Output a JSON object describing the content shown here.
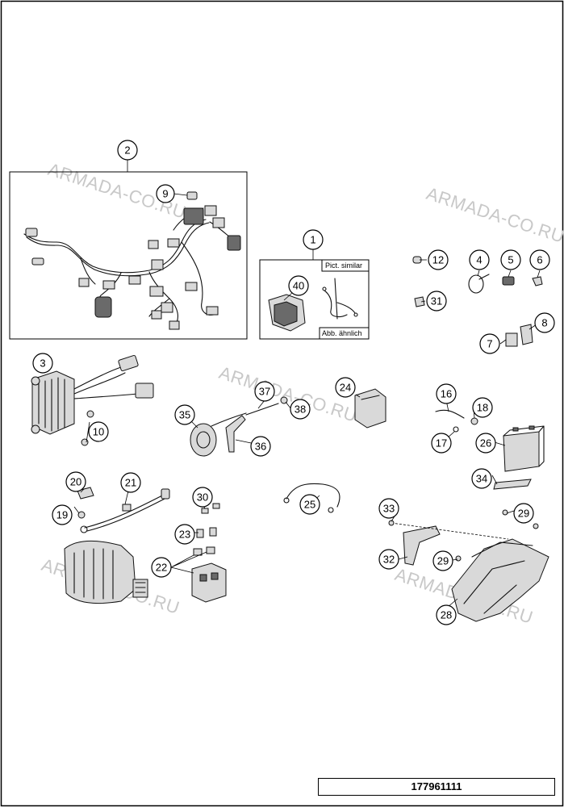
{
  "watermark": "ARMADA-CO.RU",
  "labels": {
    "pict_similar": "Pict. similar",
    "abb_aehnlich": "Abb. ähnlich"
  },
  "callouts": {
    "c1": "1",
    "c2": "2",
    "c3": "3",
    "c4": "4",
    "c5": "5",
    "c6": "6",
    "c7": "7",
    "c8": "8",
    "c9": "9",
    "c10": "10",
    "c12": "12",
    "c16": "16",
    "c17": "17",
    "c18": "18",
    "c19": "19",
    "c20": "20",
    "c21": "21",
    "c22": "22",
    "c23": "23",
    "c24": "24",
    "c25": "25",
    "c26": "26",
    "c28": "28",
    "c29a": "29",
    "c29b": "29",
    "c30": "30",
    "c31": "31",
    "c32": "32",
    "c33": "33",
    "c34": "34",
    "c35": "35",
    "c36": "36",
    "c37": "37",
    "c38": "38",
    "c40": "40"
  },
  "document_number": "177961111"
}
